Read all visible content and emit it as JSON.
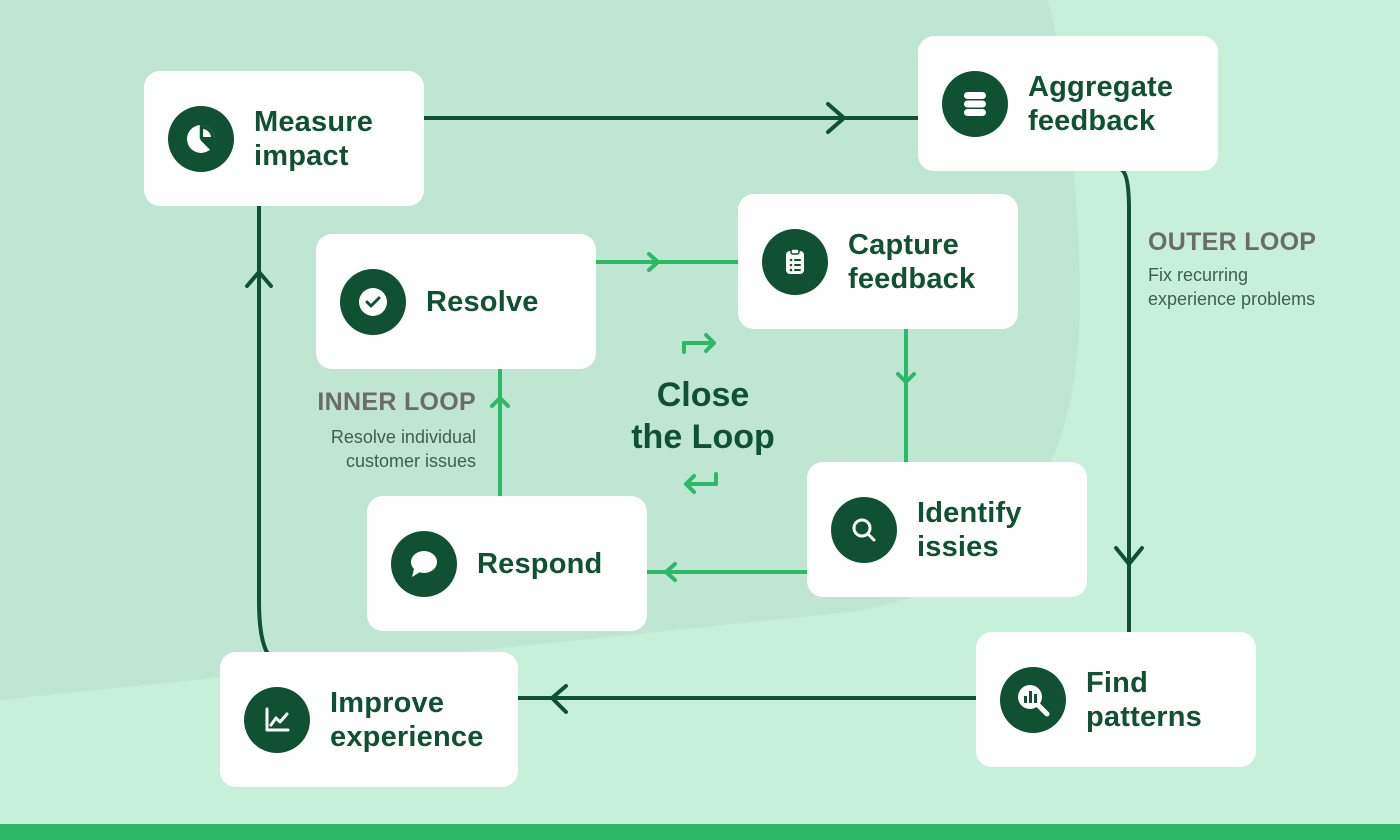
{
  "center": {
    "title": "Close\nthe Loop"
  },
  "outer_loop": {
    "title": "OUTER LOOP",
    "description": "Fix recurring\nexperience problems"
  },
  "inner_loop": {
    "title": "INNER LOOP",
    "description": "Resolve individual\ncustomer issues"
  },
  "steps": {
    "measure": {
      "label": "Measure\nimpact",
      "icon": "pie-chart-icon"
    },
    "aggregate": {
      "label": "Aggregate\nfeedback",
      "icon": "database-icon"
    },
    "find": {
      "label": "Find\npatterns",
      "icon": "magnifier-chart-icon"
    },
    "improve": {
      "label": "Improve\nexperience",
      "icon": "trend-chart-icon"
    },
    "resolve": {
      "label": "Resolve",
      "icon": "check-circle-icon"
    },
    "capture": {
      "label": "Capture\nfeedback",
      "icon": "clipboard-icon"
    },
    "identify": {
      "label": "Identify\nissies",
      "icon": "search-icon"
    },
    "respond": {
      "label": "Respond",
      "icon": "chat-bubble-icon"
    }
  },
  "colors": {
    "background": "#c7f0da",
    "inner_region": "#bfe6d3",
    "dark_green": "#0f5132",
    "bright_green": "#2db866",
    "card": "#ffffff",
    "loop_title_gray": "#6b6b6b"
  }
}
